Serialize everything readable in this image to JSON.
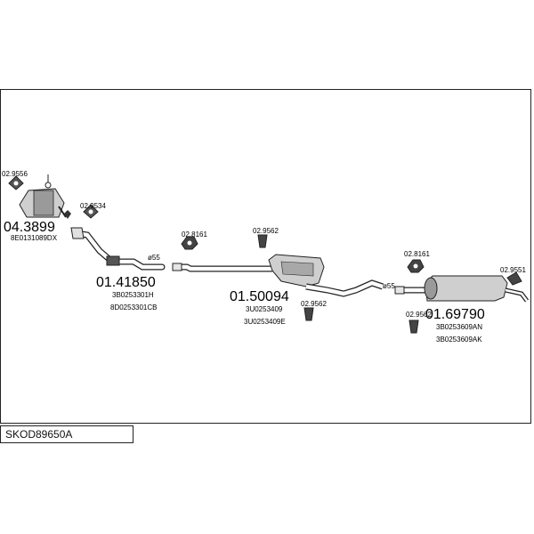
{
  "diagram_code": "SKOD89650A",
  "parts": [
    {
      "number": "04.3899",
      "codes": [
        "8E0131089DX"
      ]
    },
    {
      "number": "01.41850",
      "codes": [
        "3B0253301H",
        "8D0253301CB"
      ]
    },
    {
      "number": "01.50094",
      "codes": [
        "3U0253409",
        "3U0253409E"
      ]
    },
    {
      "number": "01.69790",
      "codes": [
        "3B0253609AN",
        "3B0253609AK"
      ]
    }
  ],
  "accessories": {
    "a1": "02.9556",
    "a2": "02.9534",
    "a3": "02.8161",
    "a4": "02.9562",
    "a5": "02.9562",
    "a6": "02.8161",
    "a7": "02.9562",
    "a8": "02.9551"
  },
  "diameters": {
    "d1": "ø55",
    "d2": "ø55"
  },
  "colors": {
    "line": "#222222",
    "component_fill": "#c8c8c8",
    "component_dark": "#8a8a8a"
  }
}
